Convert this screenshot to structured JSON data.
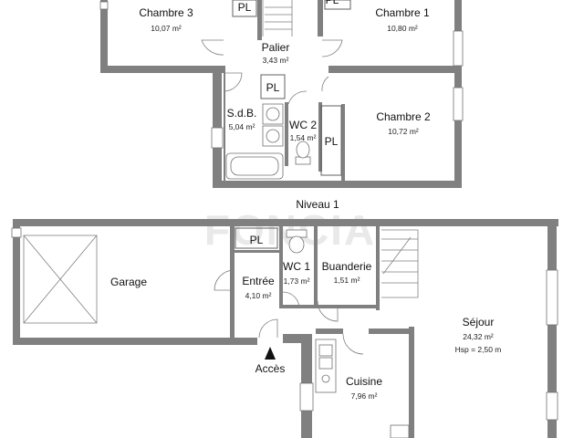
{
  "watermark": "FONCIA",
  "level_title": "Niveau 1",
  "access_label": "Accès",
  "storage_label": "PL",
  "rooms": {
    "chambre3": {
      "name": "Chambre 3",
      "area": "10,07 m²"
    },
    "chambre1": {
      "name": "Chambre 1",
      "area": "10,80 m²"
    },
    "palier": {
      "name": "Palier",
      "area": "3,43 m²"
    },
    "sdb": {
      "name": "S.d.B.",
      "area": "5,04 m²"
    },
    "wc2": {
      "name": "WC 2",
      "area": "1,54 m²"
    },
    "chambre2": {
      "name": "Chambre 2",
      "area": "10,72 m²"
    },
    "garage": {
      "name": "Garage"
    },
    "entree": {
      "name": "Entrée",
      "area": "4,10 m²"
    },
    "wc1": {
      "name": "WC 1",
      "area": "1,73 m²"
    },
    "buanderie": {
      "name": "Buanderie",
      "area": "1,51 m²"
    },
    "sejour": {
      "name": "Séjour",
      "area": "24,32 m²",
      "height": "Hsp = 2,50 m"
    },
    "cuisine": {
      "name": "Cuisine",
      "area": "7,96 m²"
    }
  }
}
